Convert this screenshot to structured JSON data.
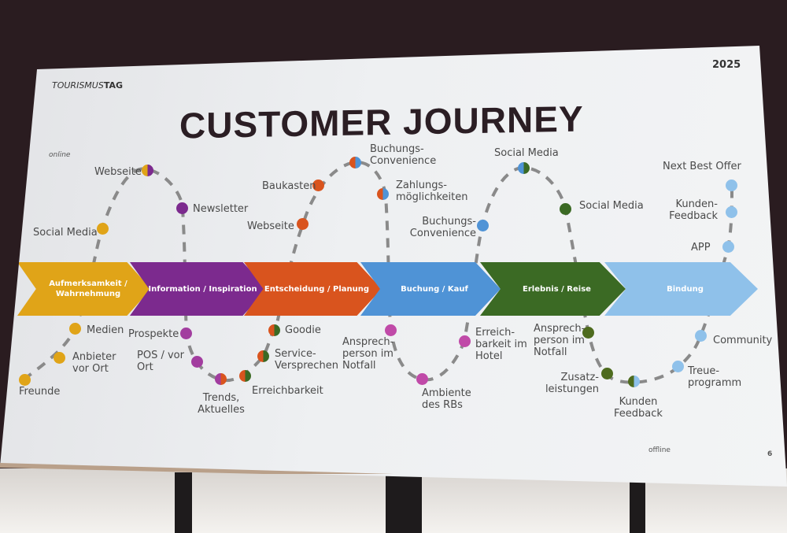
{
  "slide": {
    "brand": {
      "prefix": "TOURISMUS",
      "bold": "TAG"
    },
    "year": "2025",
    "title": "CUSTOMER JOURNEY",
    "online_label": "online",
    "offline_label": "offline",
    "page_number": "6"
  },
  "phases": [
    {
      "label": "Aufmerksamkeit / Wahrnehmung",
      "color": "#e0a418"
    },
    {
      "label": "Information / Inspiration",
      "color": "#7c2a8e"
    },
    {
      "label": "Entscheidung / Planung",
      "color": "#d9541e"
    },
    {
      "label": "Buchung / Kauf",
      "color": "#4f93d6"
    },
    {
      "label": "Erlebnis / Reise",
      "color": "#3b6a24"
    },
    {
      "label": "Bindung",
      "color": "#8fc1ea"
    }
  ],
  "touchpoints_online": [
    "Social Media",
    "Webseite",
    "Newsletter",
    "Webseite",
    "Baukasten",
    "Buchungs-Convenience",
    "Zahlungs-möglichkeiten",
    "Buchungs-Convenience",
    "Social Media",
    "Social Media",
    "Next Best Offer",
    "Kunden-Feedback",
    "APP"
  ],
  "touchpoints_offline": [
    "Medien",
    "Anbieter vor Ort",
    "Freunde",
    "Prospekte",
    "POS / vor Ort",
    "Trends, Aktuelles",
    "Goodie",
    "Service-Versprechen",
    "Erreichbarkeit",
    "Ansprech-person im Notfall",
    "Ambiente des RBs",
    "Erreich-barkeit im Hotel",
    "Ansprech-person im Notfall",
    "Zusatz-leistungen",
    "Kunden Feedback",
    "Community",
    "Treue-programm"
  ]
}
